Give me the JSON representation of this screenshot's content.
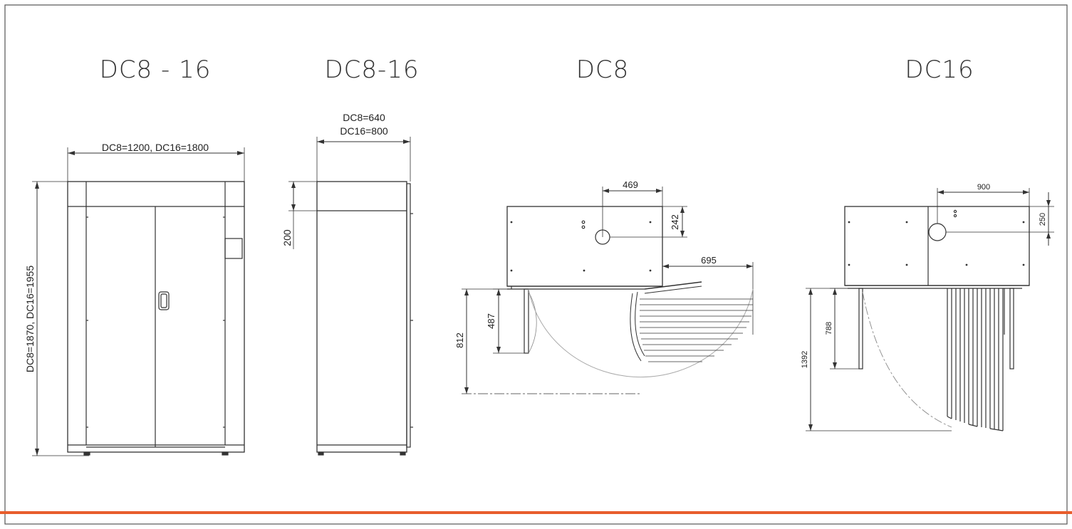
{
  "views": {
    "front": {
      "title": "DC8 - 16",
      "width_label": "DC8=1200, DC16=1800",
      "height_label": "DC8=1870, DC16=1955"
    },
    "side": {
      "title": "DC8-16",
      "depth_label_1": "DC8=640",
      "depth_label_2": "DC16=800",
      "top_label": "200"
    },
    "plan_dc8": {
      "title": "DC8",
      "dim_469": "469",
      "dim_242": "242",
      "dim_695": "695",
      "dim_487": "487",
      "dim_812": "812"
    },
    "plan_dc16": {
      "title": "DC16",
      "dim_900": "900",
      "dim_250": "250",
      "dim_788": "788",
      "dim_1392": "1392"
    }
  },
  "colors": {
    "accent": "#e85d2c",
    "line": "#333333",
    "border": "#555555"
  }
}
